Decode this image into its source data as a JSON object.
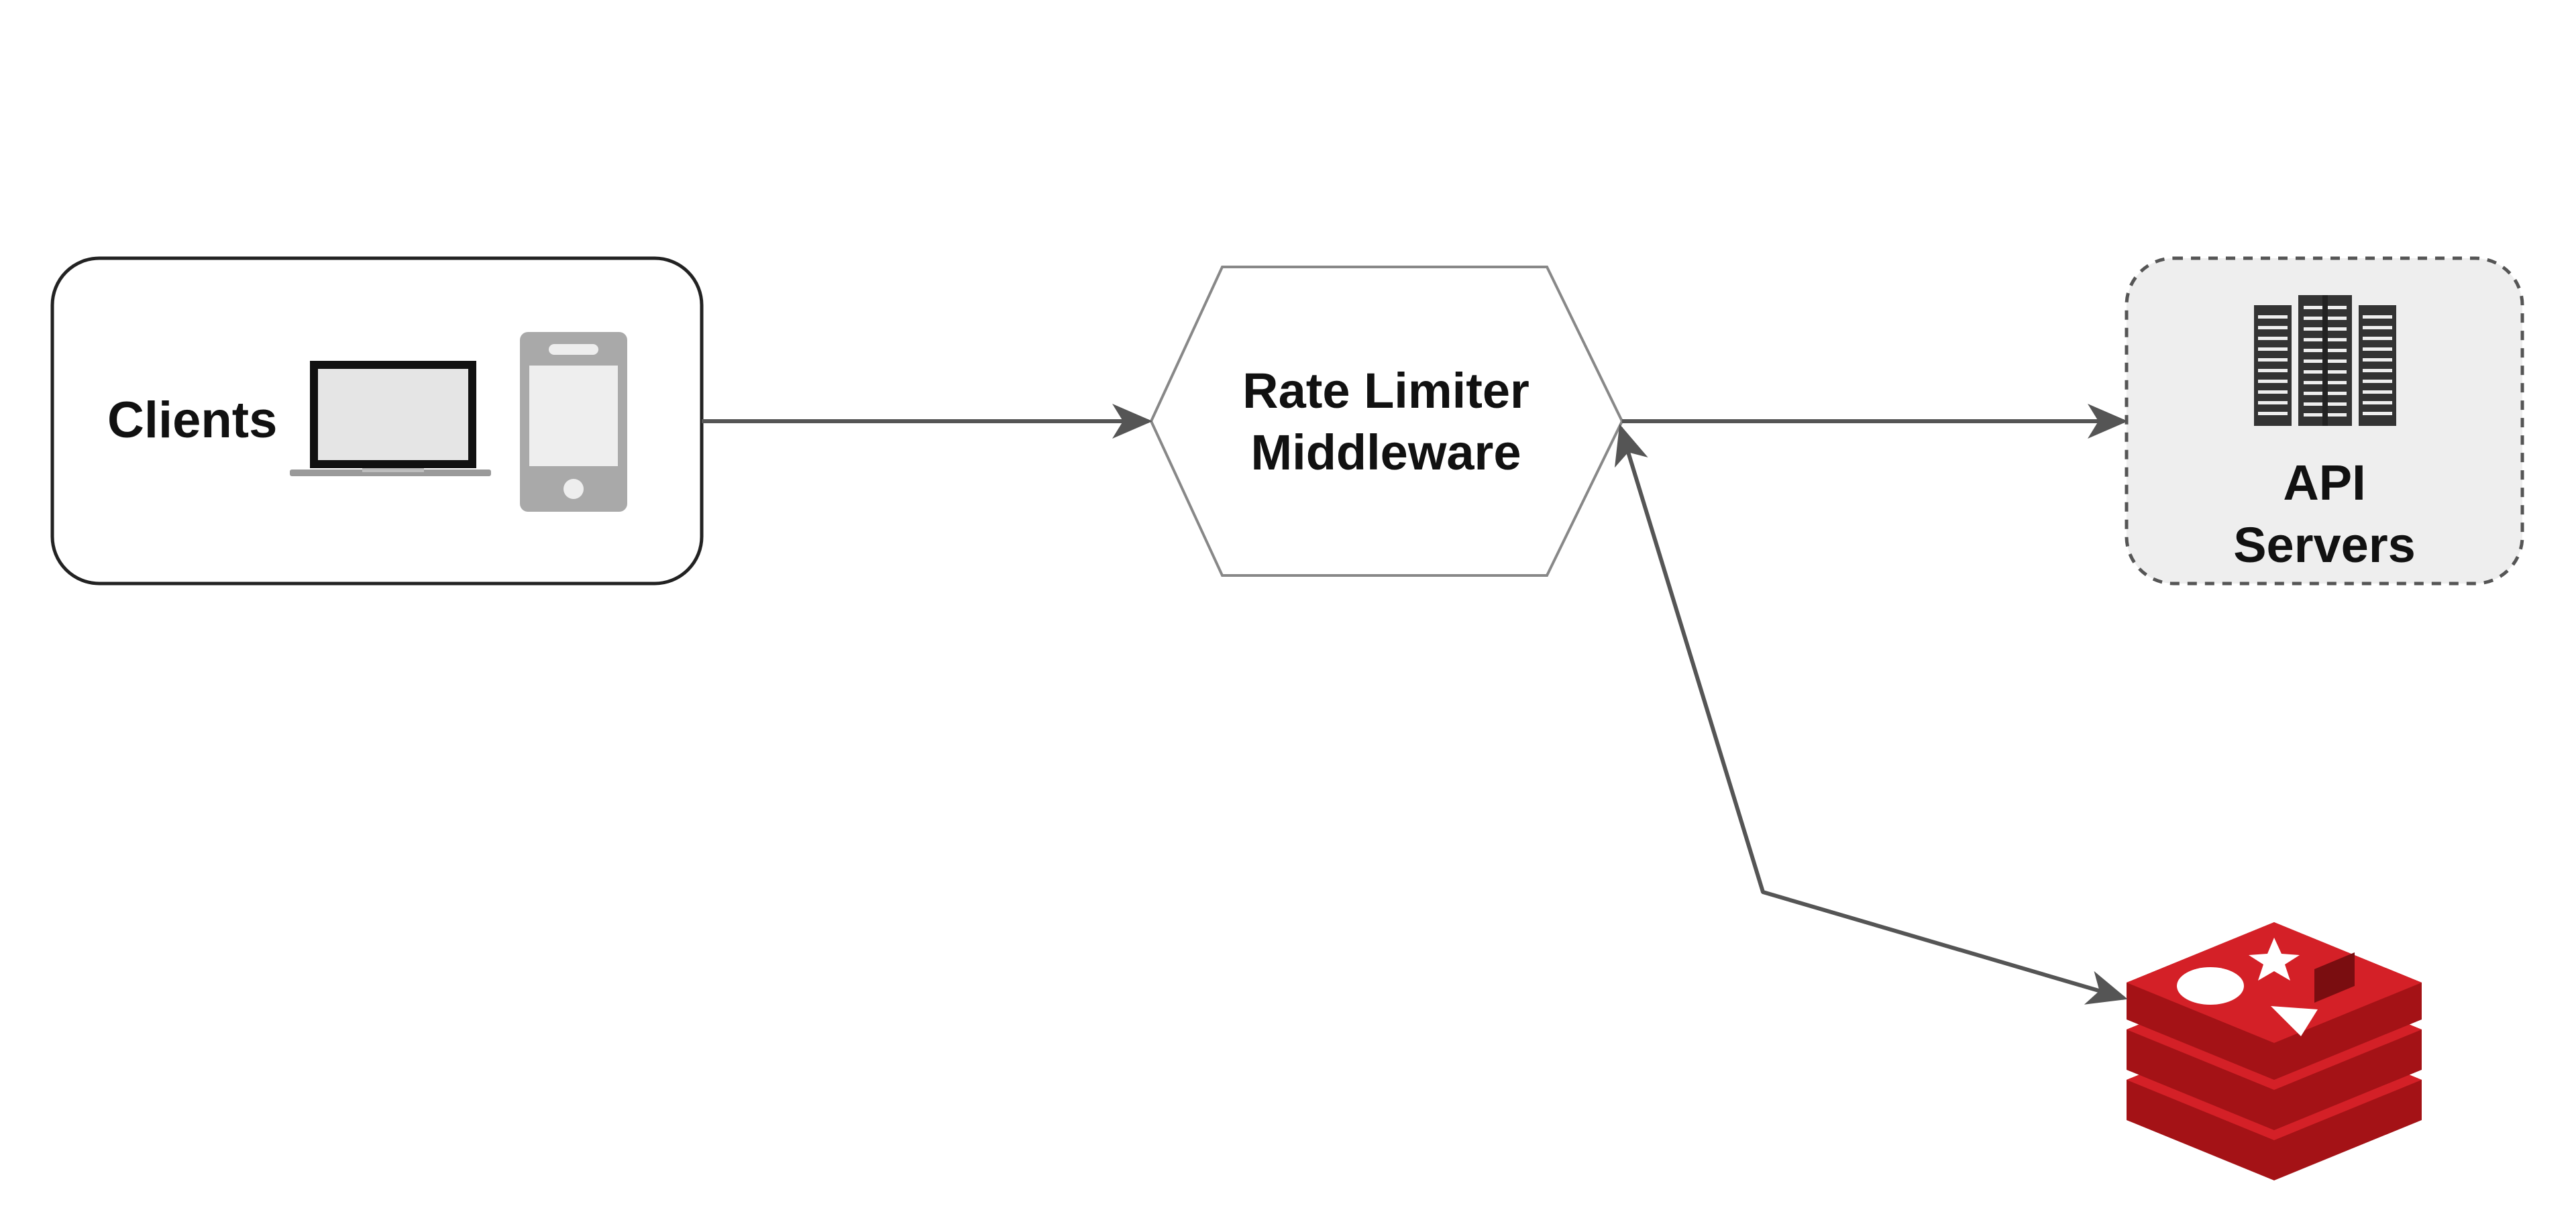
{
  "diagram": {
    "nodes": {
      "clients": {
        "label": "Clients",
        "icons": [
          "laptop-icon",
          "mobile-phone-icon"
        ]
      },
      "rate_limiter": {
        "line1": "Rate Limiter",
        "line2": "Middleware"
      },
      "api_servers": {
        "line1": "API",
        "line2": "Servers",
        "icon": "server-rack-icon"
      },
      "redis": {
        "icon": "redis-logo-icon"
      }
    },
    "edges": [
      {
        "from": "clients",
        "to": "rate_limiter",
        "direction": "forward"
      },
      {
        "from": "rate_limiter",
        "to": "api_servers",
        "direction": "forward"
      },
      {
        "from": "rate_limiter",
        "to": "redis",
        "direction": "bidirectional"
      }
    ],
    "colors": {
      "arrow": "#555555",
      "node_border": "#222222",
      "hexagon_border": "#888888",
      "api_fill": "#eeeeee",
      "redis_red": "#c4161c"
    }
  }
}
